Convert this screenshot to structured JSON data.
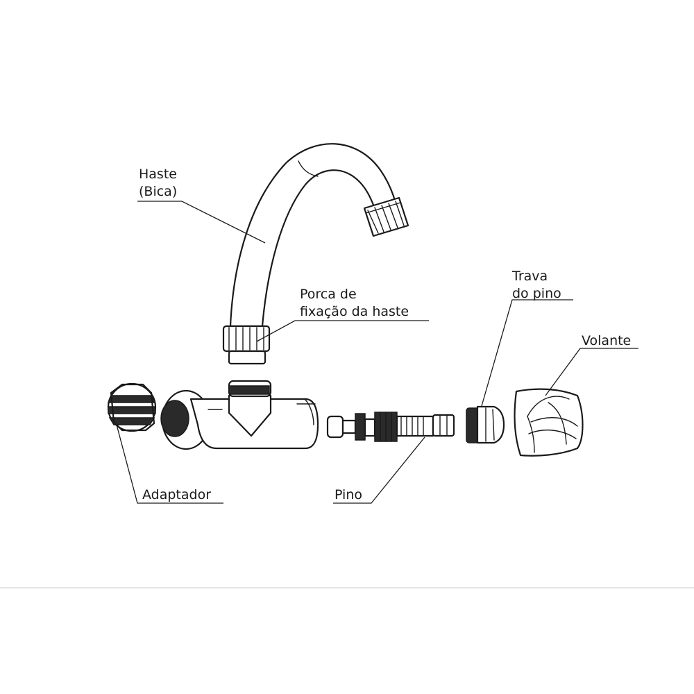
{
  "labels": {
    "haste": [
      "Haste",
      "(Bica)"
    ],
    "porca": [
      "Porca de",
      "fixação da haste"
    ],
    "trava": [
      "Trava",
      "do pino"
    ],
    "volante": "Volante",
    "adaptador": "Adaptador",
    "pino": "Pino"
  }
}
